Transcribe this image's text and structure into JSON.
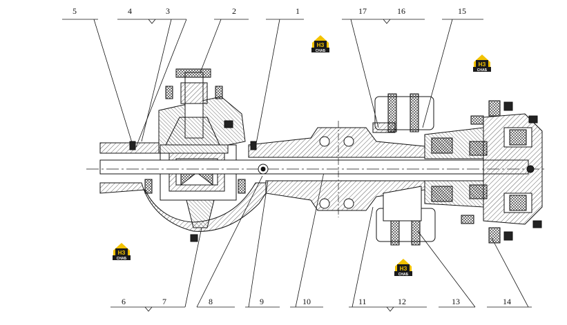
{
  "callouts": {
    "c1": "1",
    "c2": "2",
    "c3": "3",
    "c4": "4",
    "c5": "5",
    "c6": "6",
    "c7": "7",
    "c8": "8",
    "c9": "9",
    "c10": "10",
    "c11": "11",
    "c12": "12",
    "c13": "13",
    "c14": "14",
    "c15": "15",
    "c16": "16",
    "c17": "17"
  },
  "watermark": {
    "mark": "НЗ",
    "word": "СНАБ",
    "color_yellow": "#f2c200",
    "color_dark": "#1a1a1a"
  },
  "colors": {
    "line": "#111111",
    "hatch": "#333333",
    "paper": "#ffffff"
  }
}
